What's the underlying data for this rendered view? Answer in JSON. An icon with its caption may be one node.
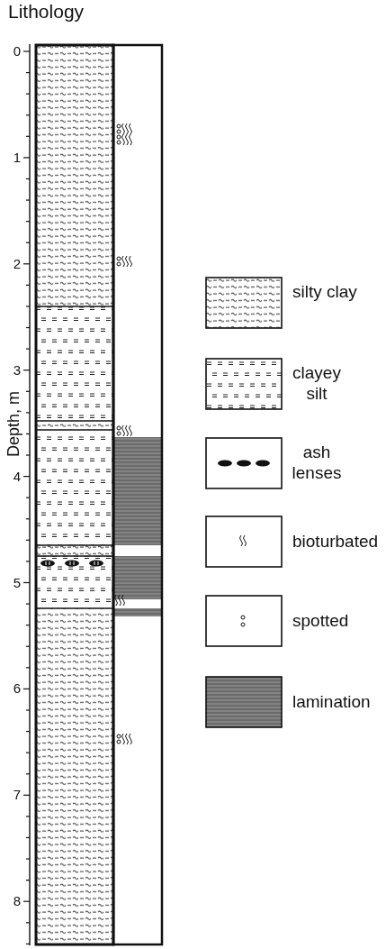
{
  "diagram": {
    "title": "Lithology",
    "labels": [
      "0",
      "1",
      "2",
      "3",
      "4",
      "5",
      "6",
      "7",
      "8",
      "Depth, m"
    ],
    "legend": [
      {
        "text": "silty clay"
      },
      {
        "text": "clayey silt"
      },
      {
        "text": "ash lenses"
      },
      {
        "text": "bioturbated"
      },
      {
        "text": "spotted"
      },
      {
        "text": "lamination"
      }
    ]
  }
}
